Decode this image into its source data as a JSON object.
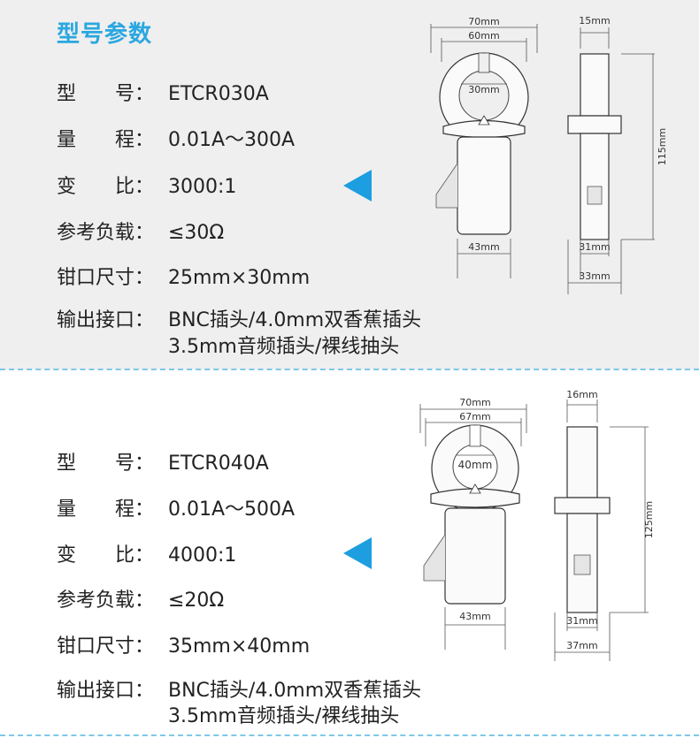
{
  "header": {
    "title": "型号参数"
  },
  "specs": [
    {
      "model_label": "型　　号：",
      "model": "ETCR030A",
      "range_label": "量　　程：",
      "range": "0.01A～300A",
      "ratio_label": "变　　比：",
      "ratio": "3000:1",
      "load_label": "参考负载：",
      "load": "≤30Ω",
      "jaw_label": "钳口尺寸：",
      "jaw": "25mm×30mm",
      "output_label": "输出接口：",
      "output_line1": "BNC插头/4.0mm双香蕉插头",
      "output_line2": "3.5mm音频插头/裸线抽头",
      "dims": {
        "outer_width": "70mm",
        "inner_width": "60mm",
        "jaw_dia": "30mm",
        "thickness_top": "15mm",
        "height": "115mm",
        "body_width": "43mm",
        "side_width_a": "31mm",
        "side_width_b": "33mm"
      }
    },
    {
      "model_label": "型　　号：",
      "model": "ETCR040A",
      "range_label": "量　　程：",
      "range": "0.01A～500A",
      "ratio_label": "变　　比：",
      "ratio": "4000:1",
      "load_label": "参考负载：",
      "load": "≤20Ω",
      "jaw_label": "钳口尺寸：",
      "jaw": "35mm×40mm",
      "output_label": "输出接口：",
      "output_line1": "BNC插头/4.0mm双香蕉插头",
      "output_line2": "3.5mm音频插头/裸线抽头",
      "dims": {
        "outer_width": "70mm",
        "inner_width": "67mm",
        "jaw_dia": "40mm",
        "thickness_top": "16mm",
        "height": "125mm",
        "body_width": "43mm",
        "side_width_a": "31mm",
        "side_width_b": "37mm"
      }
    }
  ],
  "colors": {
    "accent": "#2aa7e0",
    "arrow": "#1d9ee0",
    "divider": "#7fc7e8"
  },
  "icons": {
    "pointer": "left-triangle-arrow-icon",
    "warning": "warning-triangle-icon"
  }
}
